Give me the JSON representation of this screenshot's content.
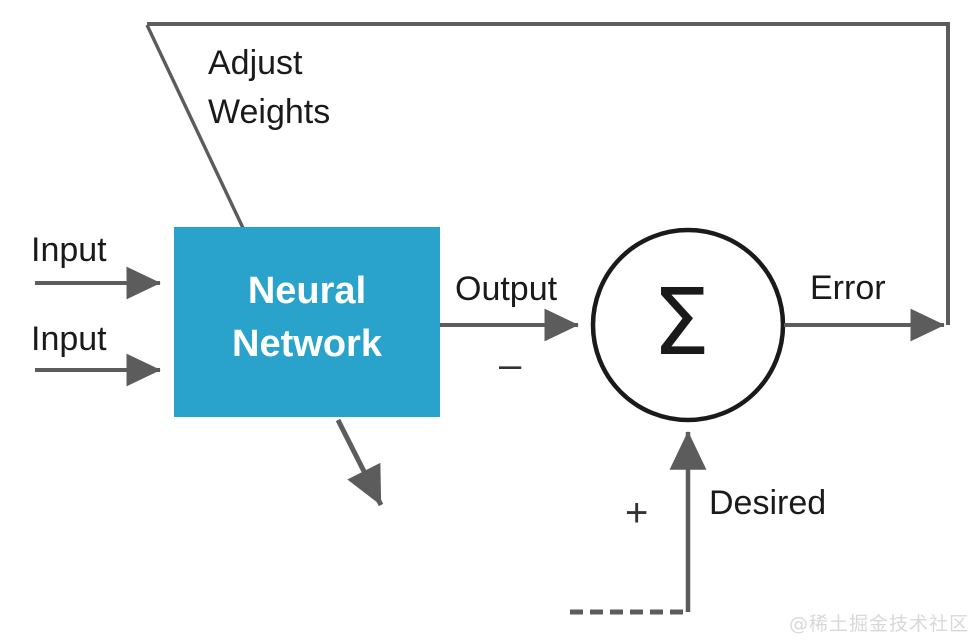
{
  "diagram": {
    "title": "Neural network supervised learning feedback loop",
    "colors": {
      "box_fill": "#29A3CB",
      "box_text": "#ffffff",
      "arrow_grey": "#5c5c5c",
      "circle_stroke": "#1a1a1a",
      "label_text": "#1a1a1a",
      "background": "#ffffff",
      "watermark": "#d8d8d8"
    },
    "nodes": {
      "neural_network": {
        "line1": "Neural",
        "line2": "Network"
      },
      "summation": {
        "symbol": "Σ"
      }
    },
    "labels": {
      "adjust_weights_line1": "Adjust",
      "adjust_weights_line2": "Weights",
      "input_top": "Input",
      "input_bottom": "Input",
      "output": "Output",
      "error": "Error",
      "desired": "Desired",
      "minus_sign": "–",
      "plus_sign": "+"
    },
    "watermark": "@稀土掘金技术社区"
  }
}
